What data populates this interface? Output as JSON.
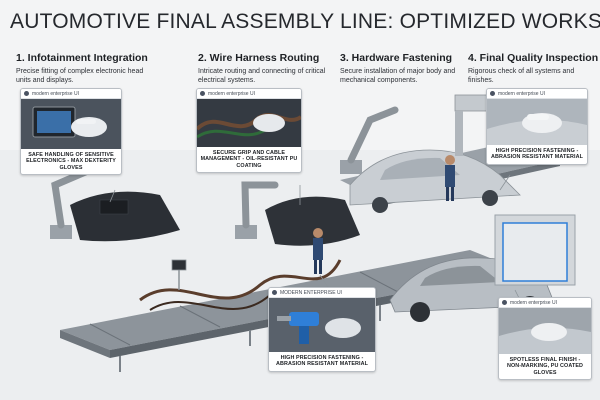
{
  "title": "AUTOMOTIVE FINAL ASSEMBLY LINE: OPTIMIZED WORKSTATIONS",
  "steps": [
    {
      "title": "1. Infotainment Integration",
      "desc": "Precise fitting of complex electronic head units and displays."
    },
    {
      "title": "2. Wire Harness Routing",
      "desc": "Intricate routing and connecting of critical electrical systems."
    },
    {
      "title": "3. Hardware Fastening",
      "desc": "Secure installation of major body and mechanical components."
    },
    {
      "title": "4. Final Quality Inspection",
      "desc": "Rigorous check of all systems and finishes."
    }
  ],
  "callouts": [
    {
      "ui_label": "modern enterprise UI",
      "caption": "SAFE HANDLING OF SENSITIVE ELECTRONICS - MAX DEXTERITY GLOVES"
    },
    {
      "ui_label": "modern enterprise UI",
      "caption": "SECURE GRIP AND CABLE MANAGEMENT - OIL-RESISTANT PU COATING"
    },
    {
      "ui_label": "modern enterprise UI",
      "caption": "HIGH PRECISION FASTENING - ABRASION RESISTANT MATERIAL"
    },
    {
      "ui_label": "MODERN ENTERPRISE UI",
      "caption": "HIGH PRECISION FASTENING - ABRASION RESISTANT MATERIAL"
    },
    {
      "ui_label": "modern enterprise UI",
      "caption": "SPOTLESS FINAL FINISH - NON-MARKING, PU COATED GLOVES"
    }
  ],
  "colors": {
    "accent": "#2f7fd8",
    "machine": "#9aa1a8",
    "worker": "#2f4a73",
    "body_gray": "#c9ced3"
  }
}
